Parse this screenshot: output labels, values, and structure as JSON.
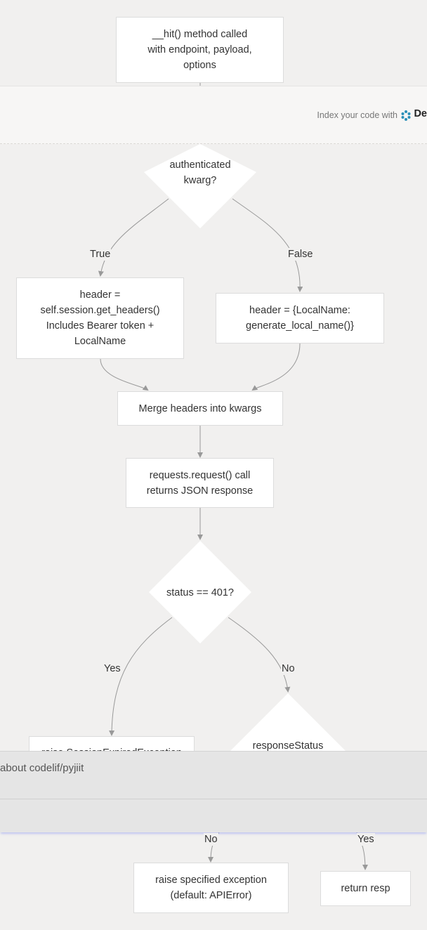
{
  "diagram": {
    "nodes": {
      "start": "__hit() method called\nwith endpoint, payload,\noptions",
      "auth_decision": "authenticated\nkwarg?",
      "header_auth": "header =\nself.session.get_headers()\nIncludes Bearer token +\nLocalName",
      "header_local": "header = {LocalName:\ngenerate_local_name()}",
      "merge": "Merge headers into kwargs",
      "request": "requests.request() call\nreturns JSON response",
      "status_decision": "status == 401?",
      "session_expired_partial": "raise SessionExpiredException",
      "response_status_decision": "responseStatus",
      "raise_exception": "raise specified exception\n(default: APIError)",
      "return_resp": "return resp"
    },
    "edge_labels": {
      "true": "True",
      "false": "False",
      "yes": "Yes",
      "no": "No",
      "no_bottom": "No",
      "yes_bottom": "Yes"
    }
  },
  "banner": {
    "text": "Index your code with",
    "brand": "De"
  },
  "ask_bar": {
    "placeholder": "about codelif/pyjiit"
  }
}
